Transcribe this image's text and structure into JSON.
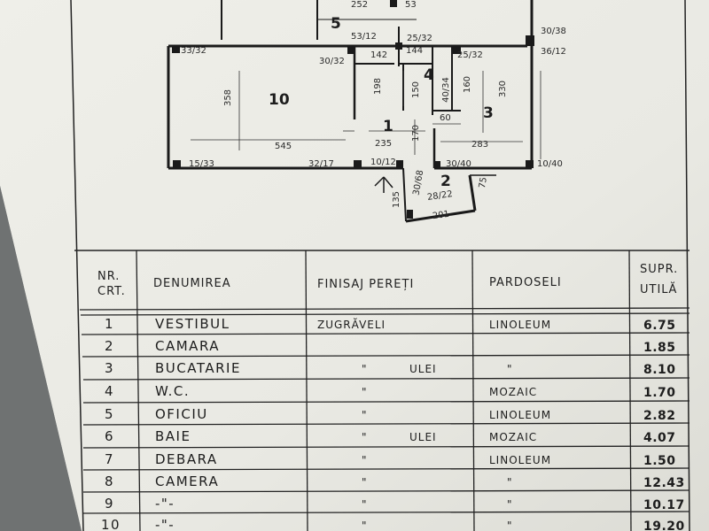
{
  "plan": {
    "rooms": [
      {
        "id": "room-10",
        "label": "10"
      },
      {
        "id": "room-1",
        "label": "1"
      },
      {
        "id": "room-2",
        "label": "2"
      },
      {
        "id": "room-3",
        "label": "3"
      },
      {
        "id": "room-4",
        "label": "4"
      },
      {
        "id": "room-5",
        "label": "5"
      }
    ],
    "dimensions": {
      "d252": "252",
      "d53top": "53",
      "d53_12": "53/12",
      "d25_32a": "25/32",
      "d30_38": "30/38",
      "d33_32": "33/32",
      "d30_32": "30/32",
      "d142": "142",
      "d144": "144",
      "d25_32b": "25/32",
      "d36_12": "36/12",
      "d358": "358",
      "d198": "198",
      "d150": "150",
      "d40_34": "40/34",
      "d160": "160",
      "d330": "330",
      "d60": "60",
      "d545": "545",
      "d235": "235",
      "d170": "170",
      "d283": "283",
      "d15_33": "15/33",
      "d32_17": "32/17",
      "d10_12": "10/12",
      "d30_40": "30/40",
      "d10_40": "10/40",
      "d30_68": "30/68",
      "d28_22": "28/22",
      "d75": "75",
      "d135": "135",
      "d201": "201"
    }
  },
  "table": {
    "headers": {
      "nr": "NR.\nCRT.",
      "nr1": "NR.",
      "nr2": "CRT.",
      "denumirea": "DENUMIREA",
      "finisaj": "FINISAJ PEREȚI",
      "pardoseli": "PARDOSELI",
      "supr1": "SUPR.",
      "supr2": "UTILĂ"
    },
    "rows": [
      {
        "nr": "1",
        "name": "VESTIBUL",
        "finisaj": "ZUGRĂVELI",
        "finisaj_extra": "",
        "pardoseli": "LINOLEUM",
        "supr": "6.75"
      },
      {
        "nr": "2",
        "name": "CAMARA",
        "finisaj": "",
        "finisaj_extra": "",
        "pardoseli": "",
        "supr": "1.85"
      },
      {
        "nr": "3",
        "name": "BUCATARIE",
        "finisaj": "\"",
        "finisaj_extra": "ULEI",
        "pardoseli": "\"",
        "supr": "8.10"
      },
      {
        "nr": "4",
        "name": "W.C.",
        "finisaj": "\"",
        "finisaj_extra": "",
        "pardoseli": "MOZAIC",
        "supr": "1.70"
      },
      {
        "nr": "5",
        "name": "OFICIU",
        "finisaj": "\"",
        "finisaj_extra": "",
        "pardoseli": "LINOLEUM",
        "supr": "2.82"
      },
      {
        "nr": "6",
        "name": "BAIE",
        "finisaj": "\"",
        "finisaj_extra": "ULEI",
        "pardoseli": "MOZAIC",
        "supr": "4.07"
      },
      {
        "nr": "7",
        "name": "DEBARA",
        "finisaj": "\"",
        "finisaj_extra": "",
        "pardoseli": "LINOLEUM",
        "supr": "1.50"
      },
      {
        "nr": "8",
        "name": "CAMERA",
        "finisaj": "\"",
        "finisaj_extra": "",
        "pardoseli": "\"",
        "supr": "12.43"
      },
      {
        "nr": "9",
        "name": "-\"-",
        "finisaj": "\"",
        "finisaj_extra": "",
        "pardoseli": "\"",
        "supr": "10.17"
      },
      {
        "nr": "10",
        "name": "-\"-",
        "finisaj": "\"",
        "finisaj_extra": "",
        "pardoseli": "\"",
        "supr": "19.20"
      }
    ]
  }
}
